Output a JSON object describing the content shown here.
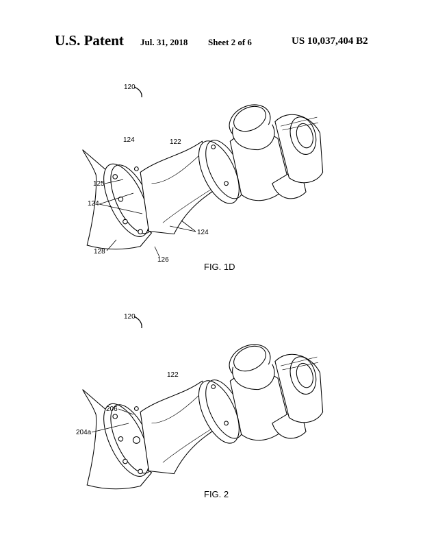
{
  "header": {
    "left": "U.S. Patent",
    "date": "Jul. 31, 2018",
    "sheet": "Sheet 2 of 6",
    "patent_number": "US 10,037,404 B2"
  },
  "figure_1d": {
    "caption": "FIG. 1D",
    "labels": {
      "ref_120": "120",
      "ref_122": "122",
      "ref_124_top": "124",
      "ref_125": "125",
      "ref_124_left": "124",
      "ref_124_right": "124",
      "ref_128": "128",
      "ref_126": "126"
    }
  },
  "figure_2": {
    "caption": "FIG. 2",
    "labels": {
      "ref_120": "120",
      "ref_122": "122",
      "ref_206": "206",
      "ref_204a": "204a"
    }
  }
}
